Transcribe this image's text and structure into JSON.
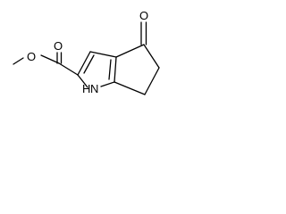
{
  "molecule": {
    "atoms": {
      "carbonyl_ketone_oxygen": "O",
      "ester_carbonyl_oxygen": "O",
      "ester_ether_oxygen": "O",
      "ring_nitrogen": "N",
      "ring_nitrogen_hydrogen": "H"
    },
    "bond_color": "#000000",
    "background_color": "#ffffff"
  }
}
